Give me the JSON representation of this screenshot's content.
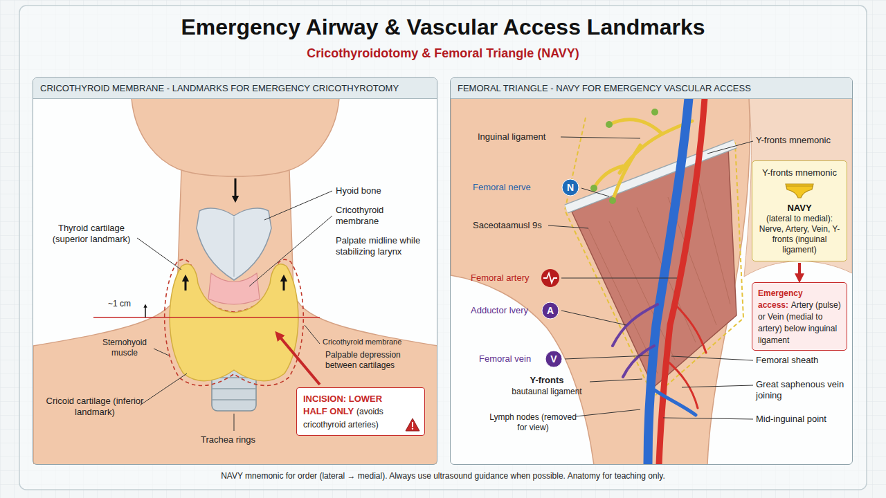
{
  "diagram": {
    "title": "Emergency Airway & Vascular Access Landmarks",
    "caption": "NAVY mnemonic for order (lateral → medial). Always use ultrasound guidance when possible. Anatomy for teaching only.",
    "nodes": [
      {
        "text": [
          "CRICOTHYROID MEMBRANE - LANDMARKS FOR EMERGENCY CRICOTHYROTOMY"
        ]
      },
      {
        "text": [
          "INCISION: LOWER HALF ONLY",
          "(avoids cricothyroid arteries)"
        ],
        "in": 0
      },
      {
        "text": [
          "FEMORAL TRIANGLE - NAVY FOR EMERGENCY VASCULAR ACCESS"
        ]
      },
      {
        "text": [
          "N"
        ],
        "in": 2
      },
      {
        "text": [
          "A"
        ],
        "in": 2
      },
      {
        "text": [
          "V"
        ],
        "in": 2
      },
      {
        "text": [
          "Y-fronts mnemonic",
          "NAVY",
          "(lateral to medial): Nerve, Artery, Vein, Y-fronts (inguinal ligament)"
        ],
        "in": 2
      },
      {
        "text": [
          "Emergency access:",
          "Artery (pulse) or Vein (medial to artery) below inguinal ligament"
        ],
        "in": 2
      }
    ],
    "edges": [
      {
        "from": 6,
        "to": 7,
        "arrow": "to"
      }
    ],
    "labels": [
      "Cricothyroidotomy & Femoral Triangle (NAVY)",
      "Hyoid bone",
      "Cricothyroid membrane",
      "Palpate midline while stabilizing larynx",
      "Thyroid cartilage (superior landmark)",
      "~1 cm",
      "Sternohyoid muscle",
      "Cricothyroid membrane",
      "Palpable depression between cartilages",
      "Cricoid cartilage (inferior landmark)",
      "Trachea rings",
      "Inguinal ligament",
      "Y-fronts mnemonic",
      "Femoral nerve",
      "Saceotaamusl 9s",
      "Femoral artery",
      "Adductor lvery",
      "Femoral vein",
      "Y-fronts",
      "bautaunal ligament",
      "Lymph nodes (removed for view)",
      "Femoral sheath",
      "Great saphenous vein joining",
      "Mid-inguinal point"
    ]
  }
}
